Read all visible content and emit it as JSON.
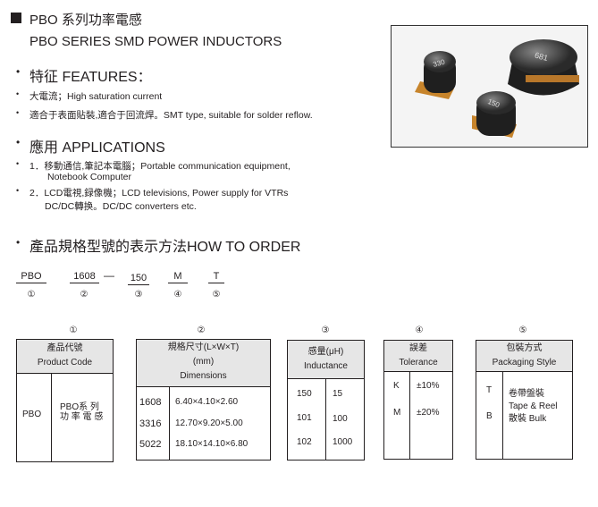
{
  "title": {
    "cn": "PBO 系列功率電感",
    "en": "PBO SERIES SMD POWER INDUCTORS"
  },
  "features": {
    "heading": "特征 FEATURES：",
    "items": [
      "大電流；High saturation current",
      "適合于表面貼裝,適合于回流焊。SMT type, suitable for solder reflow."
    ]
  },
  "applications": {
    "heading": "應用 APPLICATIONS",
    "items": [
      {
        "line1": "1．移動通信,筆記本電腦；Portable communication equipment,",
        "line2": "Notebook Computer"
      },
      {
        "line1": "2．LCD電視,録像機；LCD televisions, Power supply for VTRs",
        "line2": "DC/DC轉换。DC/DC converters etc."
      }
    ]
  },
  "order": {
    "heading": "產品規格型號的表示方法HOW TO ORDER",
    "parts": [
      {
        "code": "PBO",
        "num": "①"
      },
      {
        "code": "1608",
        "num": "②"
      },
      {
        "code": "150",
        "num": "③"
      },
      {
        "code": "M",
        "num": "④"
      },
      {
        "code": "T",
        "num": "⑤"
      }
    ],
    "dash": "—"
  },
  "tables": {
    "product": {
      "num": "①",
      "h1": "產品代號",
      "h2": "Product Code",
      "code": "PBO",
      "desc1": "PBO系 列",
      "desc2": "功 率 電 感"
    },
    "dimensions": {
      "num": "②",
      "h1": "規格尺寸(L×W×T)",
      "h2": "(mm)",
      "h3": "Dimensions",
      "rows": [
        {
          "code": "1608",
          "value": "6.40×4.10×2.60"
        },
        {
          "code": "3316",
          "value": "12.70×9.20×5.00"
        },
        {
          "code": "5022",
          "value": "18.10×14.10×6.80"
        }
      ]
    },
    "inductance": {
      "num": "③",
      "h1": "感量(μH)",
      "h2": "Inductance",
      "rows": [
        {
          "code": "150",
          "value": "15"
        },
        {
          "code": "101",
          "value": "100"
        },
        {
          "code": "102",
          "value": "1000"
        }
      ]
    },
    "tolerance": {
      "num": "④",
      "h1": "誤差",
      "h2": "Tolerance",
      "rows": [
        {
          "code": "K",
          "value": "±10%"
        },
        {
          "code": "M",
          "value": "±20%"
        }
      ]
    },
    "packaging": {
      "num": "⑤",
      "h1": "包裝方式",
      "h2": "Packaging Style",
      "codes": [
        "T",
        "B"
      ],
      "v1": "卷帶盤裝",
      "v2": "Tape & Reel",
      "v3": "散裝 Bulk"
    }
  },
  "photo": {
    "labels": [
      "330",
      "681",
      "150"
    ]
  }
}
